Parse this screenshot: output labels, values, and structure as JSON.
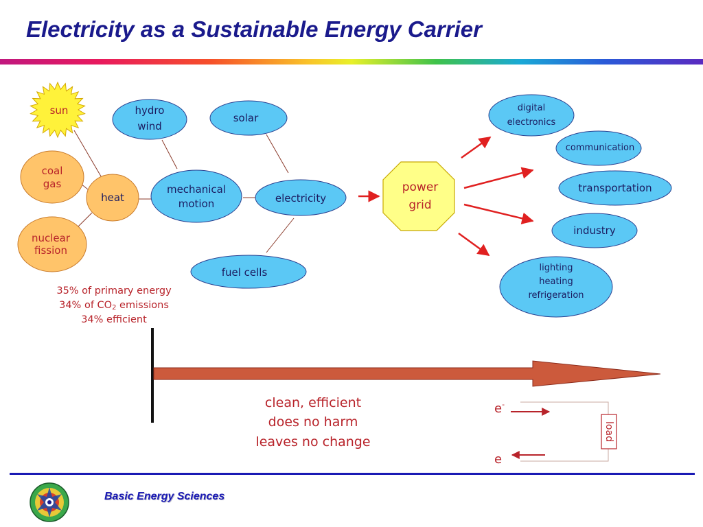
{
  "title": "Electricity as a Sustainable Energy Carrier",
  "sources": {
    "sun": "sun",
    "coal_gas": [
      "coal",
      "gas"
    ],
    "nuclear_fission": [
      "nuclear",
      "fission"
    ],
    "heat": "heat",
    "hydro_wind": [
      "hydro",
      "wind"
    ],
    "mechanical_motion": [
      "mechanical",
      "motion"
    ],
    "solar": "solar",
    "electricity": "electricity",
    "fuel_cells": "fuel cells"
  },
  "power_grid": [
    "power",
    "grid"
  ],
  "uses": {
    "digital_electronics": [
      "digital",
      "electronics"
    ],
    "communication": "communication",
    "transportation": "transportation",
    "industry": "industry",
    "lighting": [
      "lighting",
      "heating",
      "refrigeration"
    ]
  },
  "primary_note": {
    "line1": "35% of primary energy",
    "line2_prefix": "34% of CO",
    "line2_sub": "2",
    "line2_suffix": " emissions",
    "line3": "34% efficient"
  },
  "benefits": [
    "clean, efficient",
    "does no harm",
    "leaves no change"
  ],
  "circuit": {
    "electron_in": "e",
    "electron_in_sup": "-",
    "electron_out": "e",
    "load": "load"
  },
  "footer": "Basic Energy Sciences",
  "colors": {
    "title": "#1a1a8c",
    "node_fill": "#5bc8f5",
    "node_stroke": "#2a3f8f",
    "orange_fill": "#ffc46a",
    "sun_fill": "#fff23a",
    "grid_fill": "#ffff88",
    "arrow_red": "#e02020",
    "big_arrow": "#cc5a3c",
    "note_red": "#b8232a",
    "footer": "#1a1ab4"
  }
}
